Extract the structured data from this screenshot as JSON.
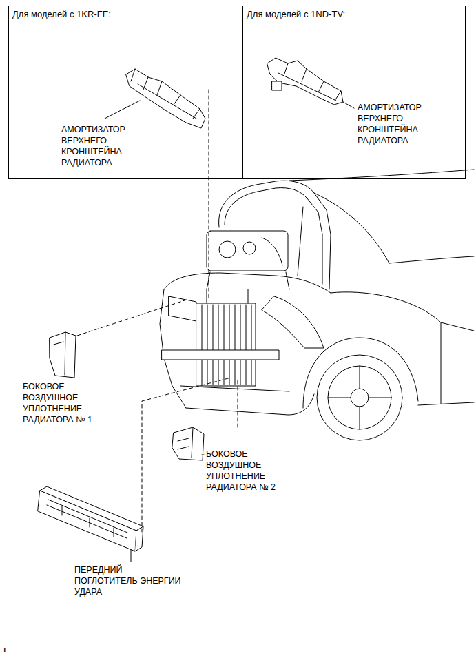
{
  "diagram": {
    "nodes": [
      {
        "text": [
          "Для моделей с 1KR-FE:",
          "АМОРТИЗАТОР ВЕРХНЕГО КРОНШТЕЙНА РАДИАТОРА"
        ]
      },
      {
        "text": [
          "Для моделей с 1ND-TV:",
          "АМОРТИЗАТОР ВЕРХНЕГО КРОНШТЕЙНА РАДИАТОРА"
        ]
      }
    ],
    "edges": [],
    "labels": [
      "БОКОВОЕ ВОЗДУШНОЕ УПЛОТНЕНИЕ РАДИАТОРА № 1",
      "БОКОВОЕ ВОЗДУШНОЕ УПЛОТНЕНИЕ РАДИАТОРА № 2",
      "ПЕРЕДНИЙ ПОГЛОТИТЕЛЬ ЭНЕРГИИ УДАРА",
      "T"
    ]
  }
}
